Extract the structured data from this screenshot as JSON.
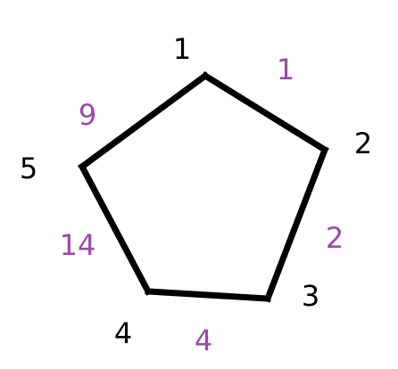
{
  "colors": {
    "vertex_label": "#000000",
    "edge_label": "#9a4aa6",
    "edge_stroke": "#000000"
  },
  "graph": {
    "vertices": [
      {
        "id": "1",
        "label": "1"
      },
      {
        "id": "2",
        "label": "2"
      },
      {
        "id": "3",
        "label": "3"
      },
      {
        "id": "4",
        "label": "4"
      },
      {
        "id": "5",
        "label": "5"
      }
    ],
    "edges": [
      {
        "from": "1",
        "to": "2",
        "weight": "1"
      },
      {
        "from": "2",
        "to": "3",
        "weight": "2"
      },
      {
        "from": "3",
        "to": "4",
        "weight": "4"
      },
      {
        "from": "4",
        "to": "5",
        "weight": "14"
      },
      {
        "from": "5",
        "to": "1",
        "weight": "9"
      }
    ]
  }
}
